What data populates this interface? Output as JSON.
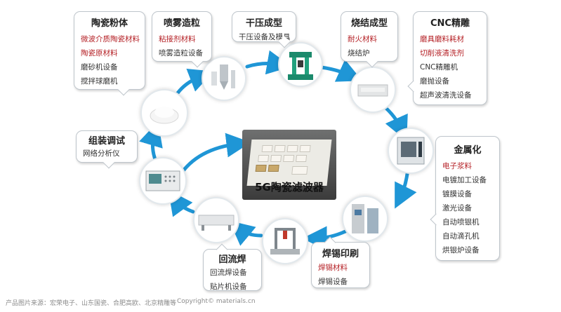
{
  "center": {
    "label": "5G陶瓷滤波器"
  },
  "stages": {
    "ceramic_powder": {
      "title": "陶瓷粉体",
      "items": [
        "微波介质陶瓷材料",
        "陶瓷原材料",
        "磨砂机设备",
        "搅拌球磨机"
      ]
    },
    "spray_granulation": {
      "title": "喷雾造粒",
      "items": [
        "粘接剂材料",
        "喷雾造粒设备"
      ]
    },
    "dry_pressing": {
      "title": "干压成型",
      "items": [
        "干压设备及模具"
      ]
    },
    "sintering": {
      "title": "烧结成型",
      "items": [
        "耐火材料",
        "烧结炉"
      ]
    },
    "cnc": {
      "title": "CNC精雕",
      "items": [
        "磨具磨料耗材",
        "切削液清洗剂",
        "CNC精雕机",
        "磨抛设备",
        "超声波清洗设备"
      ]
    },
    "metallization": {
      "title": "金属化",
      "items": [
        "电子浆料",
        "电镀加工设备",
        "镀膜设备",
        "激光设备",
        "自动喷银机",
        "自动滴孔机",
        "烘银炉设备"
      ]
    },
    "solder_printing": {
      "title": "焊锡印刷",
      "items": [
        "焊锡材料",
        "焊锡设备"
      ]
    },
    "reflow": {
      "title": "回流焊",
      "items": [
        "回流焊设备",
        "贴片机设备"
      ]
    },
    "assembly": {
      "title": "组装调试",
      "items": [
        "网络分析仪"
      ]
    }
  },
  "highlight_color": "#b41f24",
  "arrow_color": "#1f96d6",
  "footer": {
    "source": "产品图片来源：宏荣电子、山东国瓷、合肥高欧、北京精雕等",
    "copyright": "Copyright© materials.cn"
  }
}
